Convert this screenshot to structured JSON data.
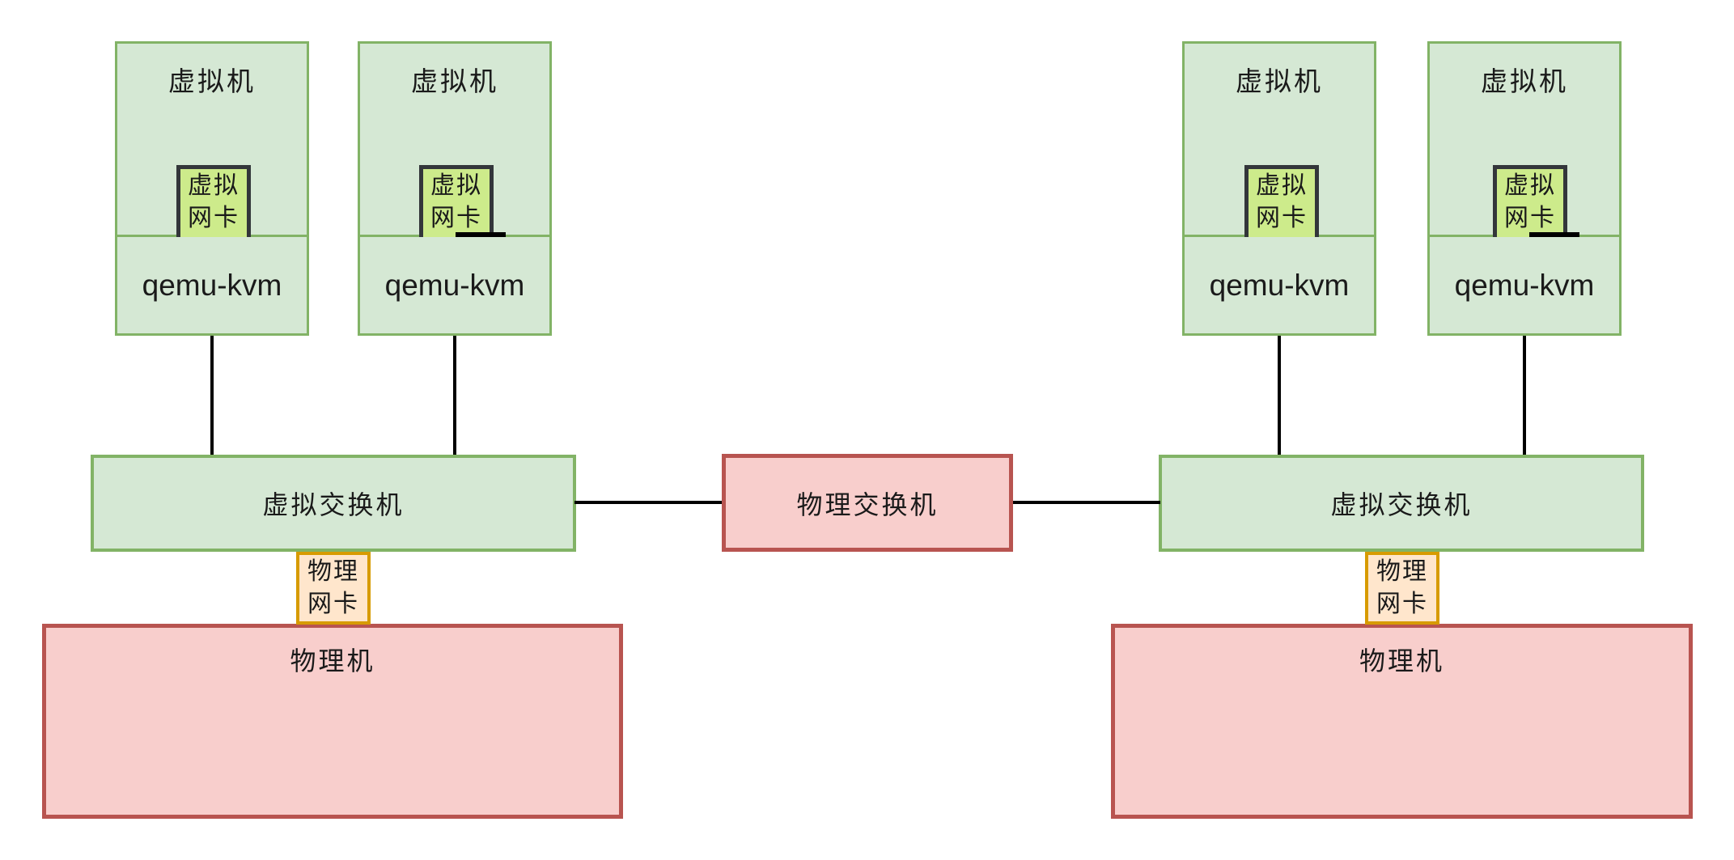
{
  "labels": {
    "vm": "虚拟机",
    "vnic": [
      "虚拟",
      "网卡"
    ],
    "hypervisor": "qemu-kvm",
    "vswitch": "虚拟交换机",
    "pswitch": "物理交换机",
    "pnic": [
      "物理",
      "网卡"
    ],
    "pmachine": "物理机"
  },
  "colors": {
    "green_fill": "#d5e8d4",
    "green_border": "#82b366",
    "vnic_fill": "#cdeb8b",
    "vnic_border": "#33363a",
    "pink_fill": "#f8cecc",
    "pink_border": "#b85450",
    "orange_fill": "#ffe6cc",
    "orange_border": "#d79b00",
    "line": "#000000"
  }
}
